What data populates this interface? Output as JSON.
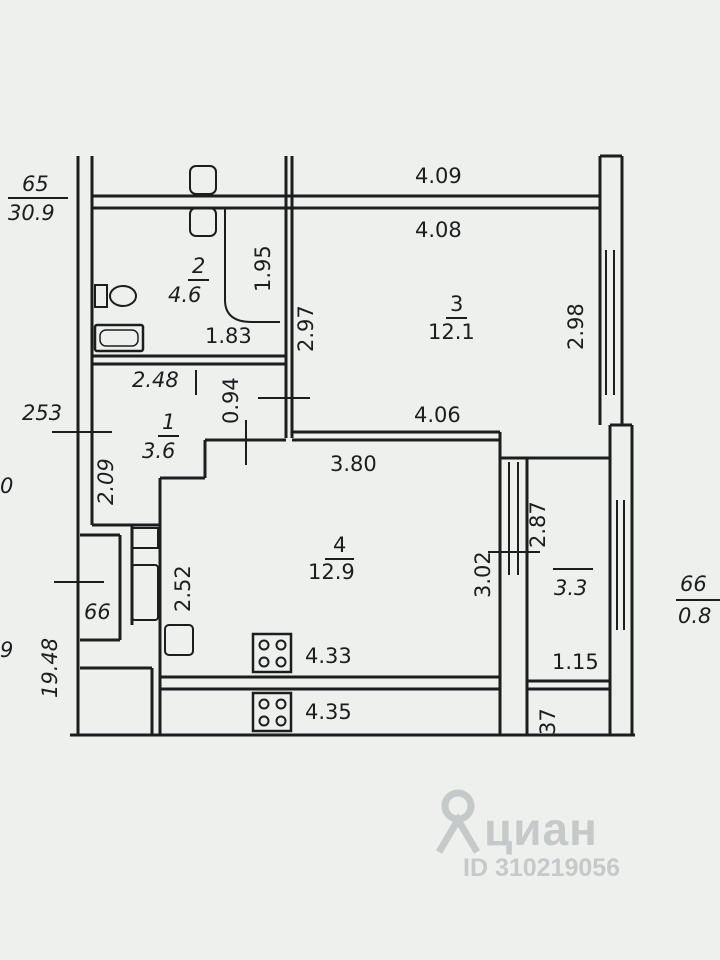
{
  "left_labels": {
    "top_num": "65",
    "top_den": "30.9",
    "mid": "253",
    "cut": "0",
    "bottom_cut": "9",
    "vertical": "19.48",
    "small": "66",
    "mid_vertical": "2.09"
  },
  "right_labels": {
    "num": "66",
    "den": "0.8"
  },
  "rooms": [
    {
      "number": "1",
      "area": "3.6"
    },
    {
      "number": "2",
      "area": "4.6"
    },
    {
      "number": "3",
      "area": "12.1"
    },
    {
      "number": "4",
      "area": "12.9"
    },
    {
      "number": "",
      "area": "3.3"
    }
  ],
  "dimensions": {
    "top_outer": "4.09",
    "top_inner": "4.08",
    "room3_height": "2.98",
    "room3_left_height": "2.97",
    "room3_bottom": "4.06",
    "bath_door": "1.95",
    "bath_width": "1.83",
    "hall_width": "2.48",
    "hall_gap": "0.94",
    "kitchen_width": "3.80",
    "kitchen_height_left": "2.52",
    "kitchen_height_right": "3.02",
    "balcony_height": "2.87",
    "balcony_width": "1.15",
    "bottom_inner": "4.33",
    "bottom_outer": "4.35",
    "bottom_cut": "37"
  },
  "watermark": {
    "brand": "циан",
    "id": "ID 310219056"
  }
}
